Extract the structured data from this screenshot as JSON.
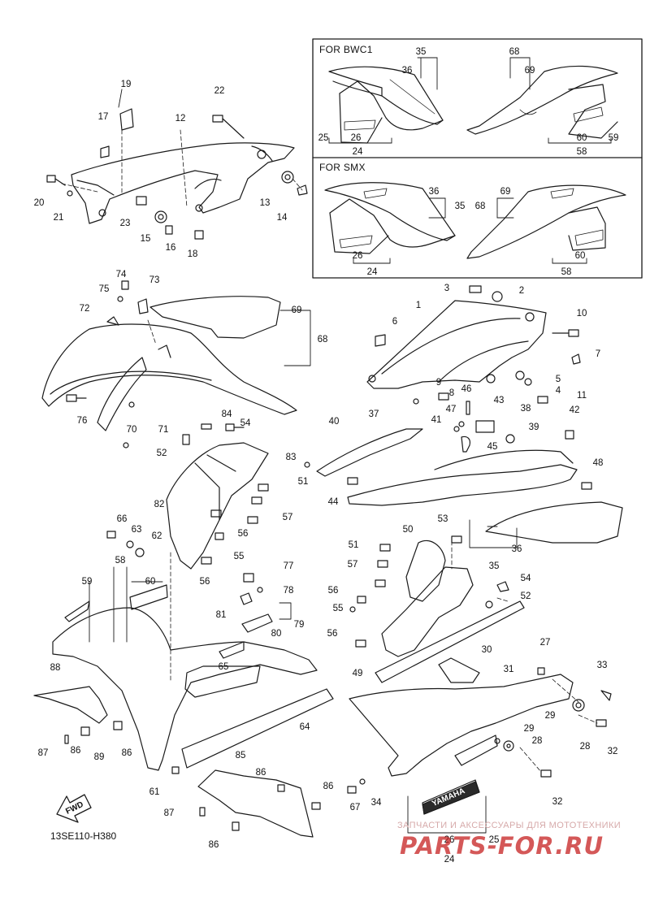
{
  "insets": {
    "bwc1_title": "FOR BWC1",
    "smx_title": "FOR SMX"
  },
  "callouts": [
    {
      "id": "c35a",
      "text": "35"
    },
    {
      "id": "c36a",
      "text": "36"
    },
    {
      "id": "c68a",
      "text": "68"
    },
    {
      "id": "c69a",
      "text": "69"
    },
    {
      "id": "c25a",
      "text": "25"
    },
    {
      "id": "c26a",
      "text": "26"
    },
    {
      "id": "c24a",
      "text": "24"
    },
    {
      "id": "c60a",
      "text": "60"
    },
    {
      "id": "c59a",
      "text": "59"
    },
    {
      "id": "c58a",
      "text": "58"
    },
    {
      "id": "c36b",
      "text": "36"
    },
    {
      "id": "c35b",
      "text": "35"
    },
    {
      "id": "c69b",
      "text": "69"
    },
    {
      "id": "c68b",
      "text": "68"
    },
    {
      "id": "c26b",
      "text": "26"
    },
    {
      "id": "c24b",
      "text": "24"
    },
    {
      "id": "c60b",
      "text": "60"
    },
    {
      "id": "c58b",
      "text": "58"
    },
    {
      "id": "c19",
      "text": "19"
    },
    {
      "id": "c22",
      "text": "22"
    },
    {
      "id": "c17",
      "text": "17"
    },
    {
      "id": "c12",
      "text": "12"
    },
    {
      "id": "c20",
      "text": "20"
    },
    {
      "id": "c21",
      "text": "21"
    },
    {
      "id": "c23",
      "text": "23"
    },
    {
      "id": "c15",
      "text": "15"
    },
    {
      "id": "c16",
      "text": "16"
    },
    {
      "id": "c18",
      "text": "18"
    },
    {
      "id": "c13",
      "text": "13"
    },
    {
      "id": "c14",
      "text": "14"
    },
    {
      "id": "c74",
      "text": "74"
    },
    {
      "id": "c73",
      "text": "73"
    },
    {
      "id": "c75",
      "text": "75"
    },
    {
      "id": "c72",
      "text": "72"
    },
    {
      "id": "c69c",
      "text": "69"
    },
    {
      "id": "c68c",
      "text": "68"
    },
    {
      "id": "c76",
      "text": "76"
    },
    {
      "id": "c70",
      "text": "70"
    },
    {
      "id": "c71",
      "text": "71"
    },
    {
      "id": "c84",
      "text": "84"
    },
    {
      "id": "c54a",
      "text": "54"
    },
    {
      "id": "c52a",
      "text": "52"
    },
    {
      "id": "c83",
      "text": "83"
    },
    {
      "id": "c51a",
      "text": "51"
    },
    {
      "id": "c82",
      "text": "82"
    },
    {
      "id": "c57a",
      "text": "57"
    },
    {
      "id": "c66",
      "text": "66"
    },
    {
      "id": "c63",
      "text": "63"
    },
    {
      "id": "c62",
      "text": "62"
    },
    {
      "id": "c56a",
      "text": "56"
    },
    {
      "id": "c55a",
      "text": "55"
    },
    {
      "id": "c56b",
      "text": "56"
    },
    {
      "id": "c3",
      "text": "3"
    },
    {
      "id": "c2",
      "text": "2"
    },
    {
      "id": "c1",
      "text": "1"
    },
    {
      "id": "c10",
      "text": "10"
    },
    {
      "id": "c6",
      "text": "6"
    },
    {
      "id": "c7",
      "text": "7"
    },
    {
      "id": "c5",
      "text": "5"
    },
    {
      "id": "c4",
      "text": "4"
    },
    {
      "id": "c9",
      "text": "9"
    },
    {
      "id": "c11",
      "text": "11"
    },
    {
      "id": "c8",
      "text": "8"
    },
    {
      "id": "c46",
      "text": "46"
    },
    {
      "id": "c47",
      "text": "47"
    },
    {
      "id": "c43",
      "text": "43"
    },
    {
      "id": "c38",
      "text": "38"
    },
    {
      "id": "c42",
      "text": "42"
    },
    {
      "id": "c39",
      "text": "39"
    },
    {
      "id": "c41",
      "text": "41"
    },
    {
      "id": "c45",
      "text": "45"
    },
    {
      "id": "c40",
      "text": "40"
    },
    {
      "id": "c37",
      "text": "37"
    },
    {
      "id": "c48",
      "text": "48"
    },
    {
      "id": "c44",
      "text": "44"
    },
    {
      "id": "c36c",
      "text": "36"
    },
    {
      "id": "c35c",
      "text": "35"
    },
    {
      "id": "c58c",
      "text": "58"
    },
    {
      "id": "c59b",
      "text": "59"
    },
    {
      "id": "c60c",
      "text": "60"
    },
    {
      "id": "c53",
      "text": "53"
    },
    {
      "id": "c50",
      "text": "50"
    },
    {
      "id": "c51b",
      "text": "51"
    },
    {
      "id": "c57b",
      "text": "57"
    },
    {
      "id": "c54b",
      "text": "54"
    },
    {
      "id": "c56c",
      "text": "56"
    },
    {
      "id": "c52b",
      "text": "52"
    },
    {
      "id": "c55b",
      "text": "55"
    },
    {
      "id": "c56d",
      "text": "56"
    },
    {
      "id": "c30",
      "text": "30"
    },
    {
      "id": "c49",
      "text": "49"
    },
    {
      "id": "c77",
      "text": "77"
    },
    {
      "id": "c78",
      "text": "78"
    },
    {
      "id": "c81",
      "text": "81"
    },
    {
      "id": "c79",
      "text": "79"
    },
    {
      "id": "c80",
      "text": "80"
    },
    {
      "id": "c65",
      "text": "65"
    },
    {
      "id": "c64",
      "text": "64"
    },
    {
      "id": "c88",
      "text": "88"
    },
    {
      "id": "c87a",
      "text": "87"
    },
    {
      "id": "c86a",
      "text": "86"
    },
    {
      "id": "c89",
      "text": "89"
    },
    {
      "id": "c86b",
      "text": "86"
    },
    {
      "id": "c61",
      "text": "61"
    },
    {
      "id": "c85",
      "text": "85"
    },
    {
      "id": "c86c",
      "text": "86"
    },
    {
      "id": "c86d",
      "text": "86"
    },
    {
      "id": "c87b",
      "text": "87"
    },
    {
      "id": "c86e",
      "text": "86"
    },
    {
      "id": "c27",
      "text": "27"
    },
    {
      "id": "c33",
      "text": "33"
    },
    {
      "id": "c31",
      "text": "31"
    },
    {
      "id": "c29a",
      "text": "29"
    },
    {
      "id": "c29b",
      "text": "29"
    },
    {
      "id": "c28a",
      "text": "28"
    },
    {
      "id": "c28b",
      "text": "28"
    },
    {
      "id": "c32a",
      "text": "32"
    },
    {
      "id": "c32b",
      "text": "32"
    },
    {
      "id": "c67",
      "text": "67"
    },
    {
      "id": "c34",
      "text": "34"
    },
    {
      "id": "c26c",
      "text": "26"
    },
    {
      "id": "c25b",
      "text": "25"
    },
    {
      "id": "c24c",
      "text": "24"
    }
  ],
  "fwd_label": "FWD",
  "decal_brand": "YAMAHA",
  "drawing_code": "13SE110-H380",
  "watermark": {
    "line": "ЗАПЧАСТИ И АКСЕССУАРЫ ДЛЯ МОТОТЕХНИКИ",
    "brand": "PARTS-FOR.RU",
    "color": "#c41818"
  }
}
